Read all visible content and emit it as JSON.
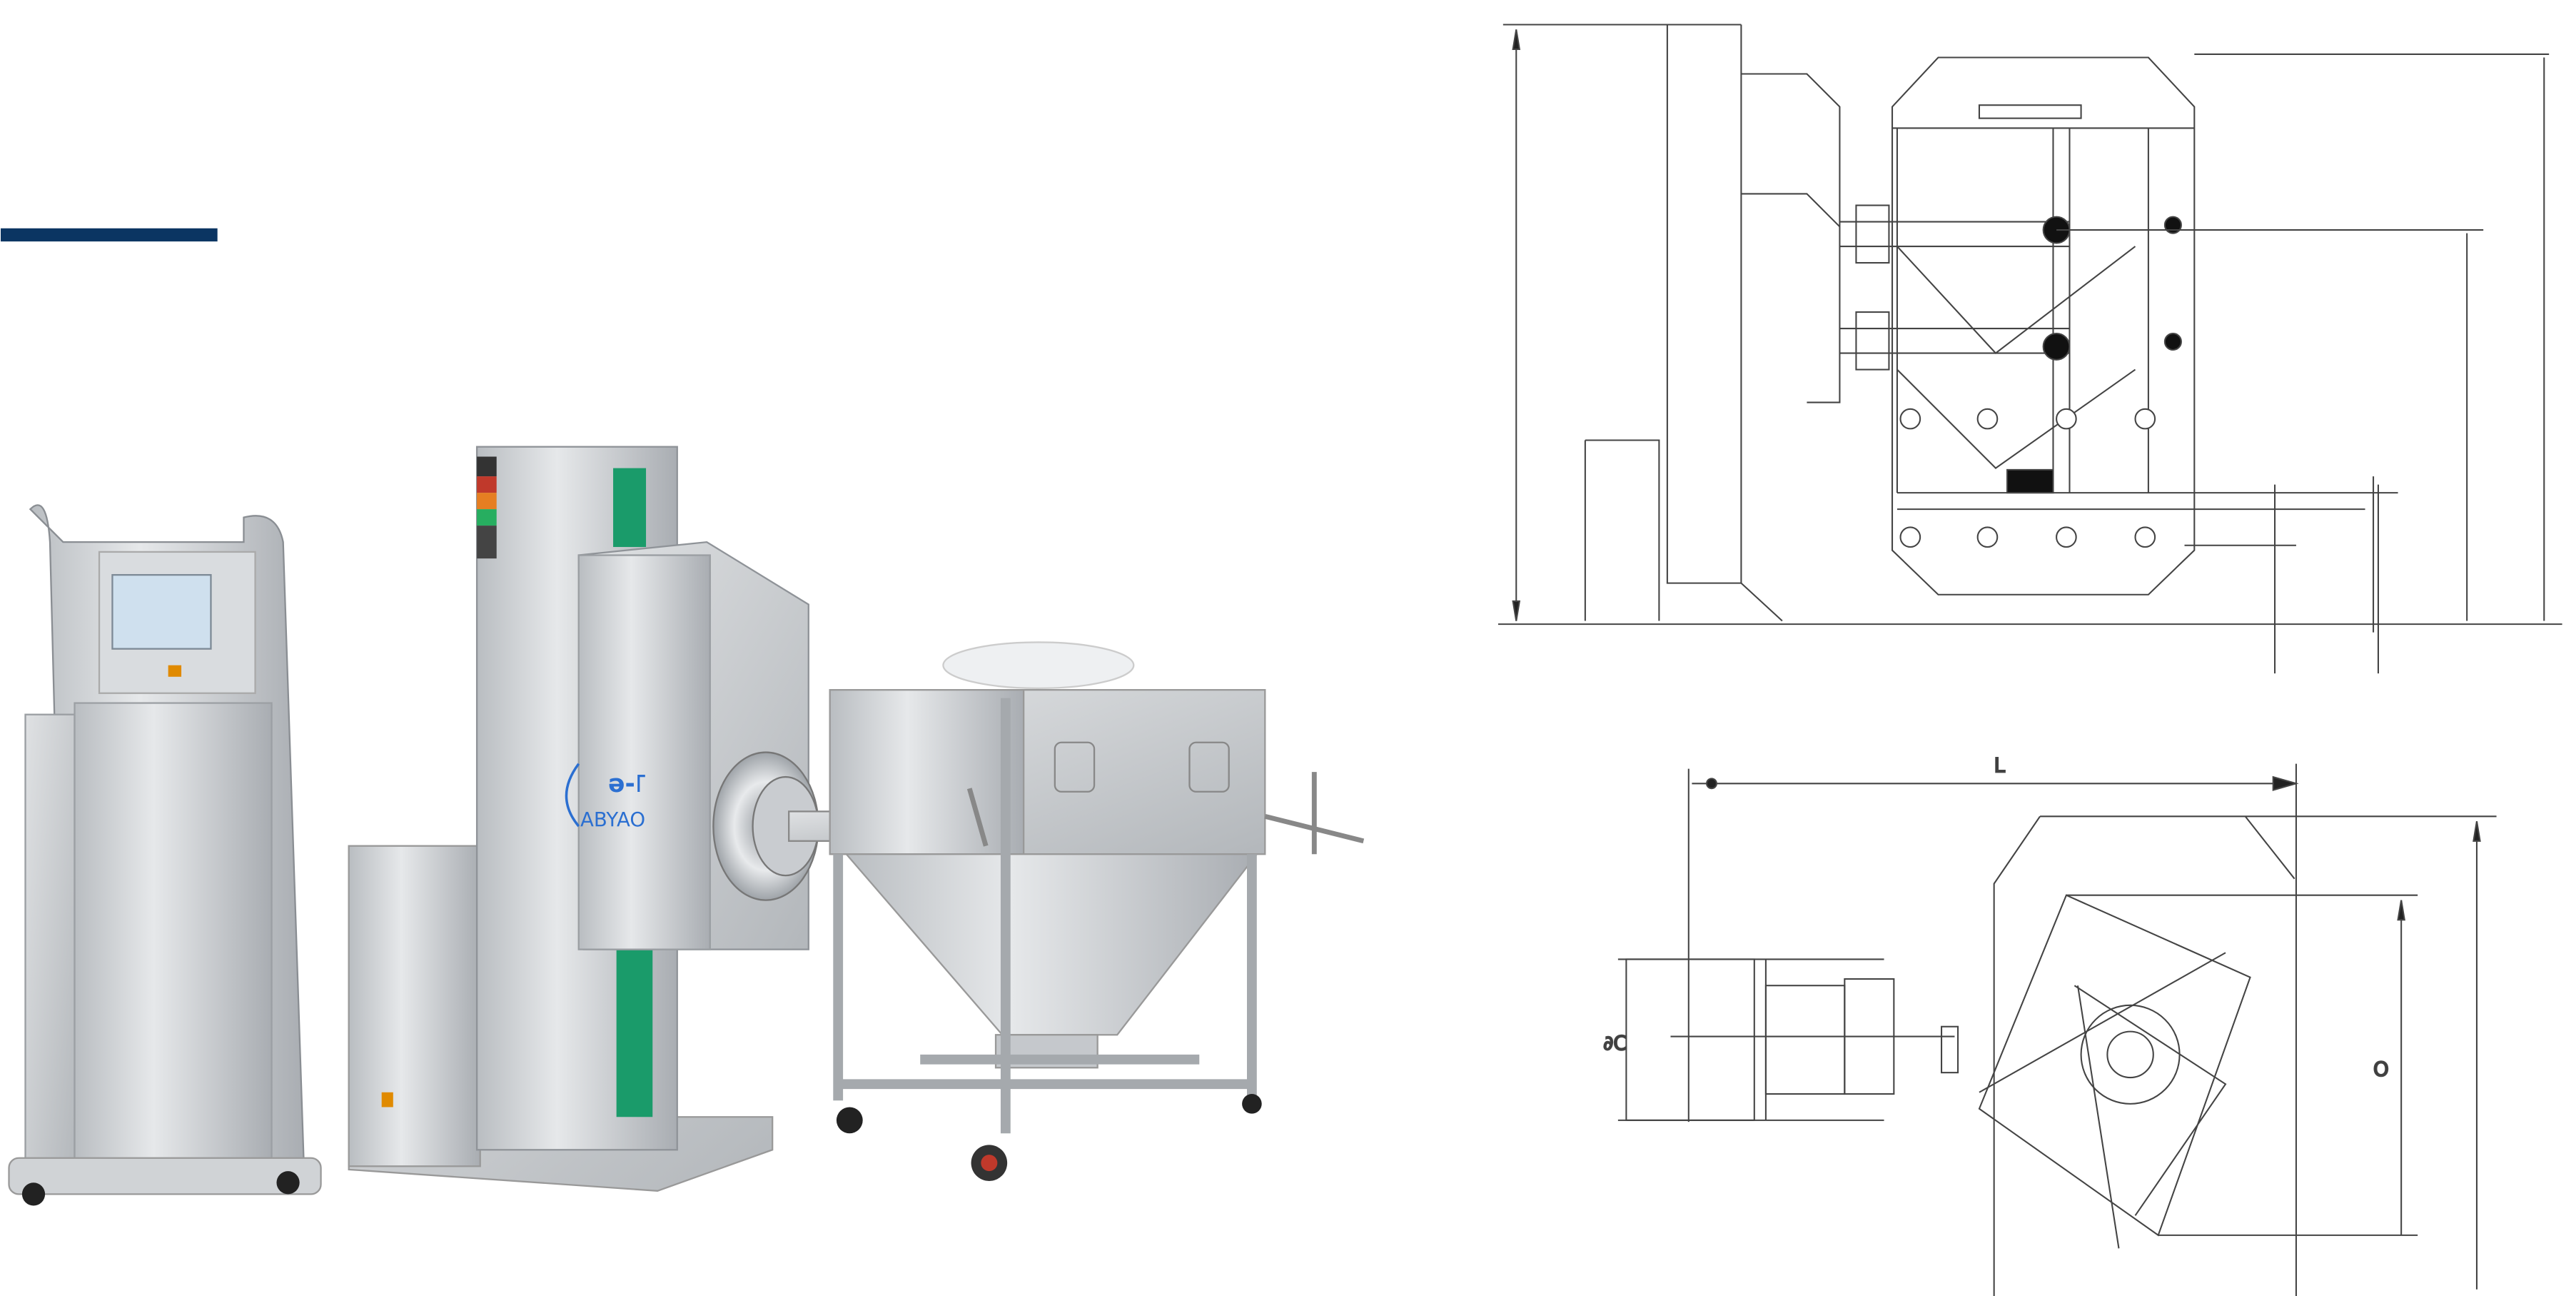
{
  "accent": {
    "bar_color": "#0b3562",
    "panel_green": "#1a9b6a",
    "logo_blue": "#2b6fd1"
  },
  "photo": {
    "logo": {
      "text": "ABYAO"
    }
  },
  "drawing_side": {
    "labels": []
  },
  "drawing_top": {
    "labels": {
      "length": "L",
      "height": "O",
      "diameter": "∂C"
    }
  }
}
